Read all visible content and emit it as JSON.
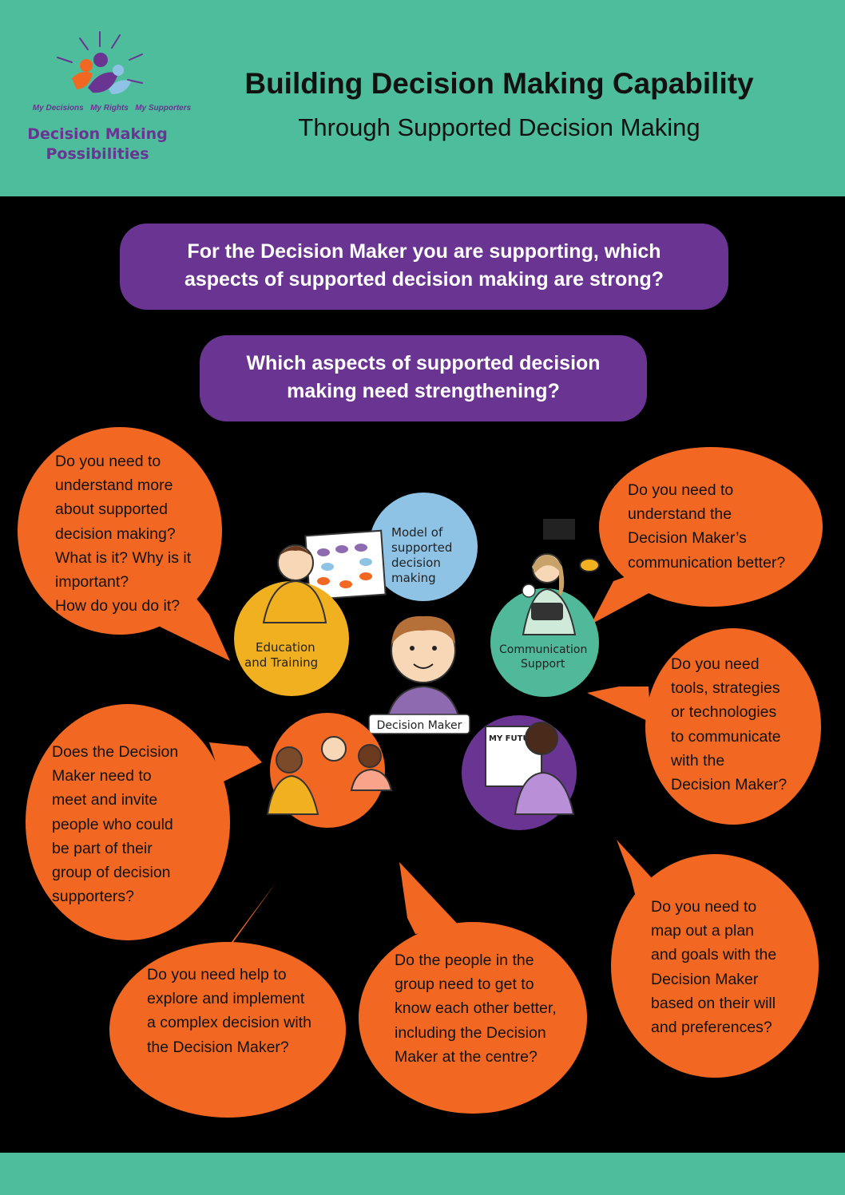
{
  "header": {
    "logo": {
      "tagline": [
        "My Decisions",
        "My Rights",
        "My Supporters"
      ],
      "name_line1": "Decision Making",
      "name_line2": "Possibilities"
    },
    "title": "Building Decision Making Capability",
    "subtitle": "Through Supported Decision Making"
  },
  "prompts": {
    "question1_line1": "For the Decision Maker you are supporting, which",
    "question1_line2": "aspects of supported decision making are strong?",
    "question2_line1": "Which aspects of supported decision",
    "question2_line2": "making need strengthening?"
  },
  "illustration": {
    "model_label": [
      "Model of",
      "supported",
      "decision",
      "making"
    ],
    "education_label": [
      "Education",
      "and Training"
    ],
    "communication_label": [
      "Communication",
      "Support"
    ],
    "decision_maker_label": "Decision Maker",
    "poster_label": "MY FUTURE"
  },
  "bubbles": {
    "understand_sdm": [
      "Do you need to",
      "understand more",
      "about supported",
      "decision making?",
      "What is it? Why is it",
      "important?",
      "How do you do it?"
    ],
    "communication_understanding": [
      "Do you need to",
      "understand the",
      "Decision Maker’s",
      "communication better?"
    ],
    "communication_tools": [
      "Do you need",
      "tools, strategies",
      "or technologies",
      "to communicate",
      "with the",
      "Decision Maker?"
    ],
    "invite_supporters": [
      "Does the Decision",
      "Maker need to",
      "meet and invite",
      "people who could",
      "be part of their",
      "group of decision",
      "supporters?"
    ],
    "plan_goals": [
      "Do you need to",
      "map out a plan",
      "and goals with the",
      "Decision Maker",
      "based on their will",
      "and preferences?"
    ],
    "complex_decision": [
      "Do you need help to",
      "explore and implement",
      "a complex decision with",
      "the Decision Maker?"
    ],
    "group_know": [
      "Do the people in the",
      "group need to get to",
      "know each other better,",
      "including the Decision",
      "Maker at the centre?"
    ]
  },
  "colors": {
    "header_green": "#4dbd9c",
    "pill_purple": "#6a3592",
    "bubble_orange": "#f26822",
    "circle_blue": "#8ec3e6",
    "circle_yellow": "#f0b020",
    "circle_green": "#4fb99a",
    "circle_orange": "#f26822",
    "circle_purple": "#6a3592"
  }
}
